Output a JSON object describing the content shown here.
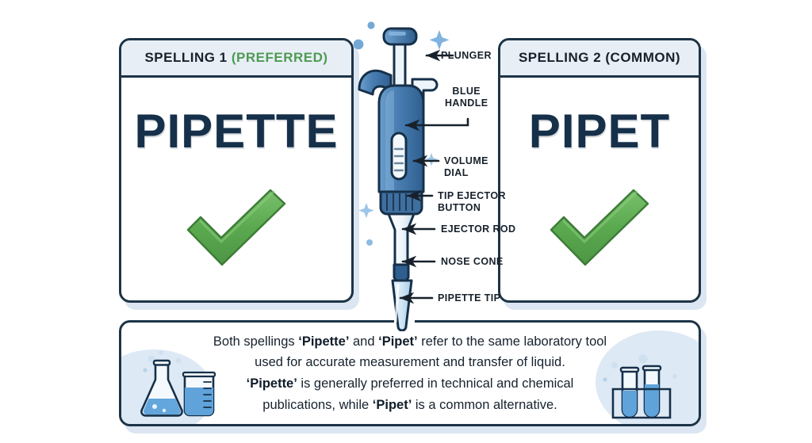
{
  "page": {
    "background_color": "#ffffff",
    "ink_color": "#1d3446",
    "accent_green": "#4f9a52",
    "check_green": "#5aa94f",
    "pipette_blue": "#4a7fb5",
    "header_fill": "#e7eef6",
    "shadow_blue": "#dbe6f2"
  },
  "panels": [
    {
      "header_main": "SPELLING 1 ",
      "header_accent": "(PREFERRED)",
      "word": "PIPETTE",
      "mark": "check-mark"
    },
    {
      "header_main": "SPELLING 2 (COMMON)",
      "header_accent": "",
      "word": "PIPET",
      "mark": "check-mark"
    }
  ],
  "diagram": {
    "name": "micropipette",
    "labels": [
      {
        "id": "plunger",
        "text": "PLUNGER"
      },
      {
        "id": "blue-handle",
        "text": "BLUE\nHANDLE"
      },
      {
        "id": "volume-dial",
        "text": "VOLUME\nDIAL"
      },
      {
        "id": "tip-ejector-button",
        "text": "TIP EJECTOR\nBUTTON"
      },
      {
        "id": "ejector-rod",
        "text": "EJECTOR ROD"
      },
      {
        "id": "nose-cone",
        "text": "NOSE CONE"
      },
      {
        "id": "pipette-tip",
        "text": "PIPETTE TIP"
      }
    ]
  },
  "caption": {
    "line1_a": "Both spellings ",
    "line1_b": "‘Pipette’",
    "line1_c": " and ",
    "line1_d": "‘Pipet’",
    "line1_e": " refer to the same laboratory tool",
    "line2": "used for accurate measurement and transfer of liquid.",
    "line3_a": "‘Pipette’",
    "line3_b": " is generally preferred in technical and chemical",
    "line4_a": "publications, while ",
    "line4_b": "‘Pipet’",
    "line4_c": " is a common alternative."
  },
  "decor": {
    "left_glassware": "flask-and-beaker-icon",
    "right_glassware": "test-tube-rack-icon"
  }
}
